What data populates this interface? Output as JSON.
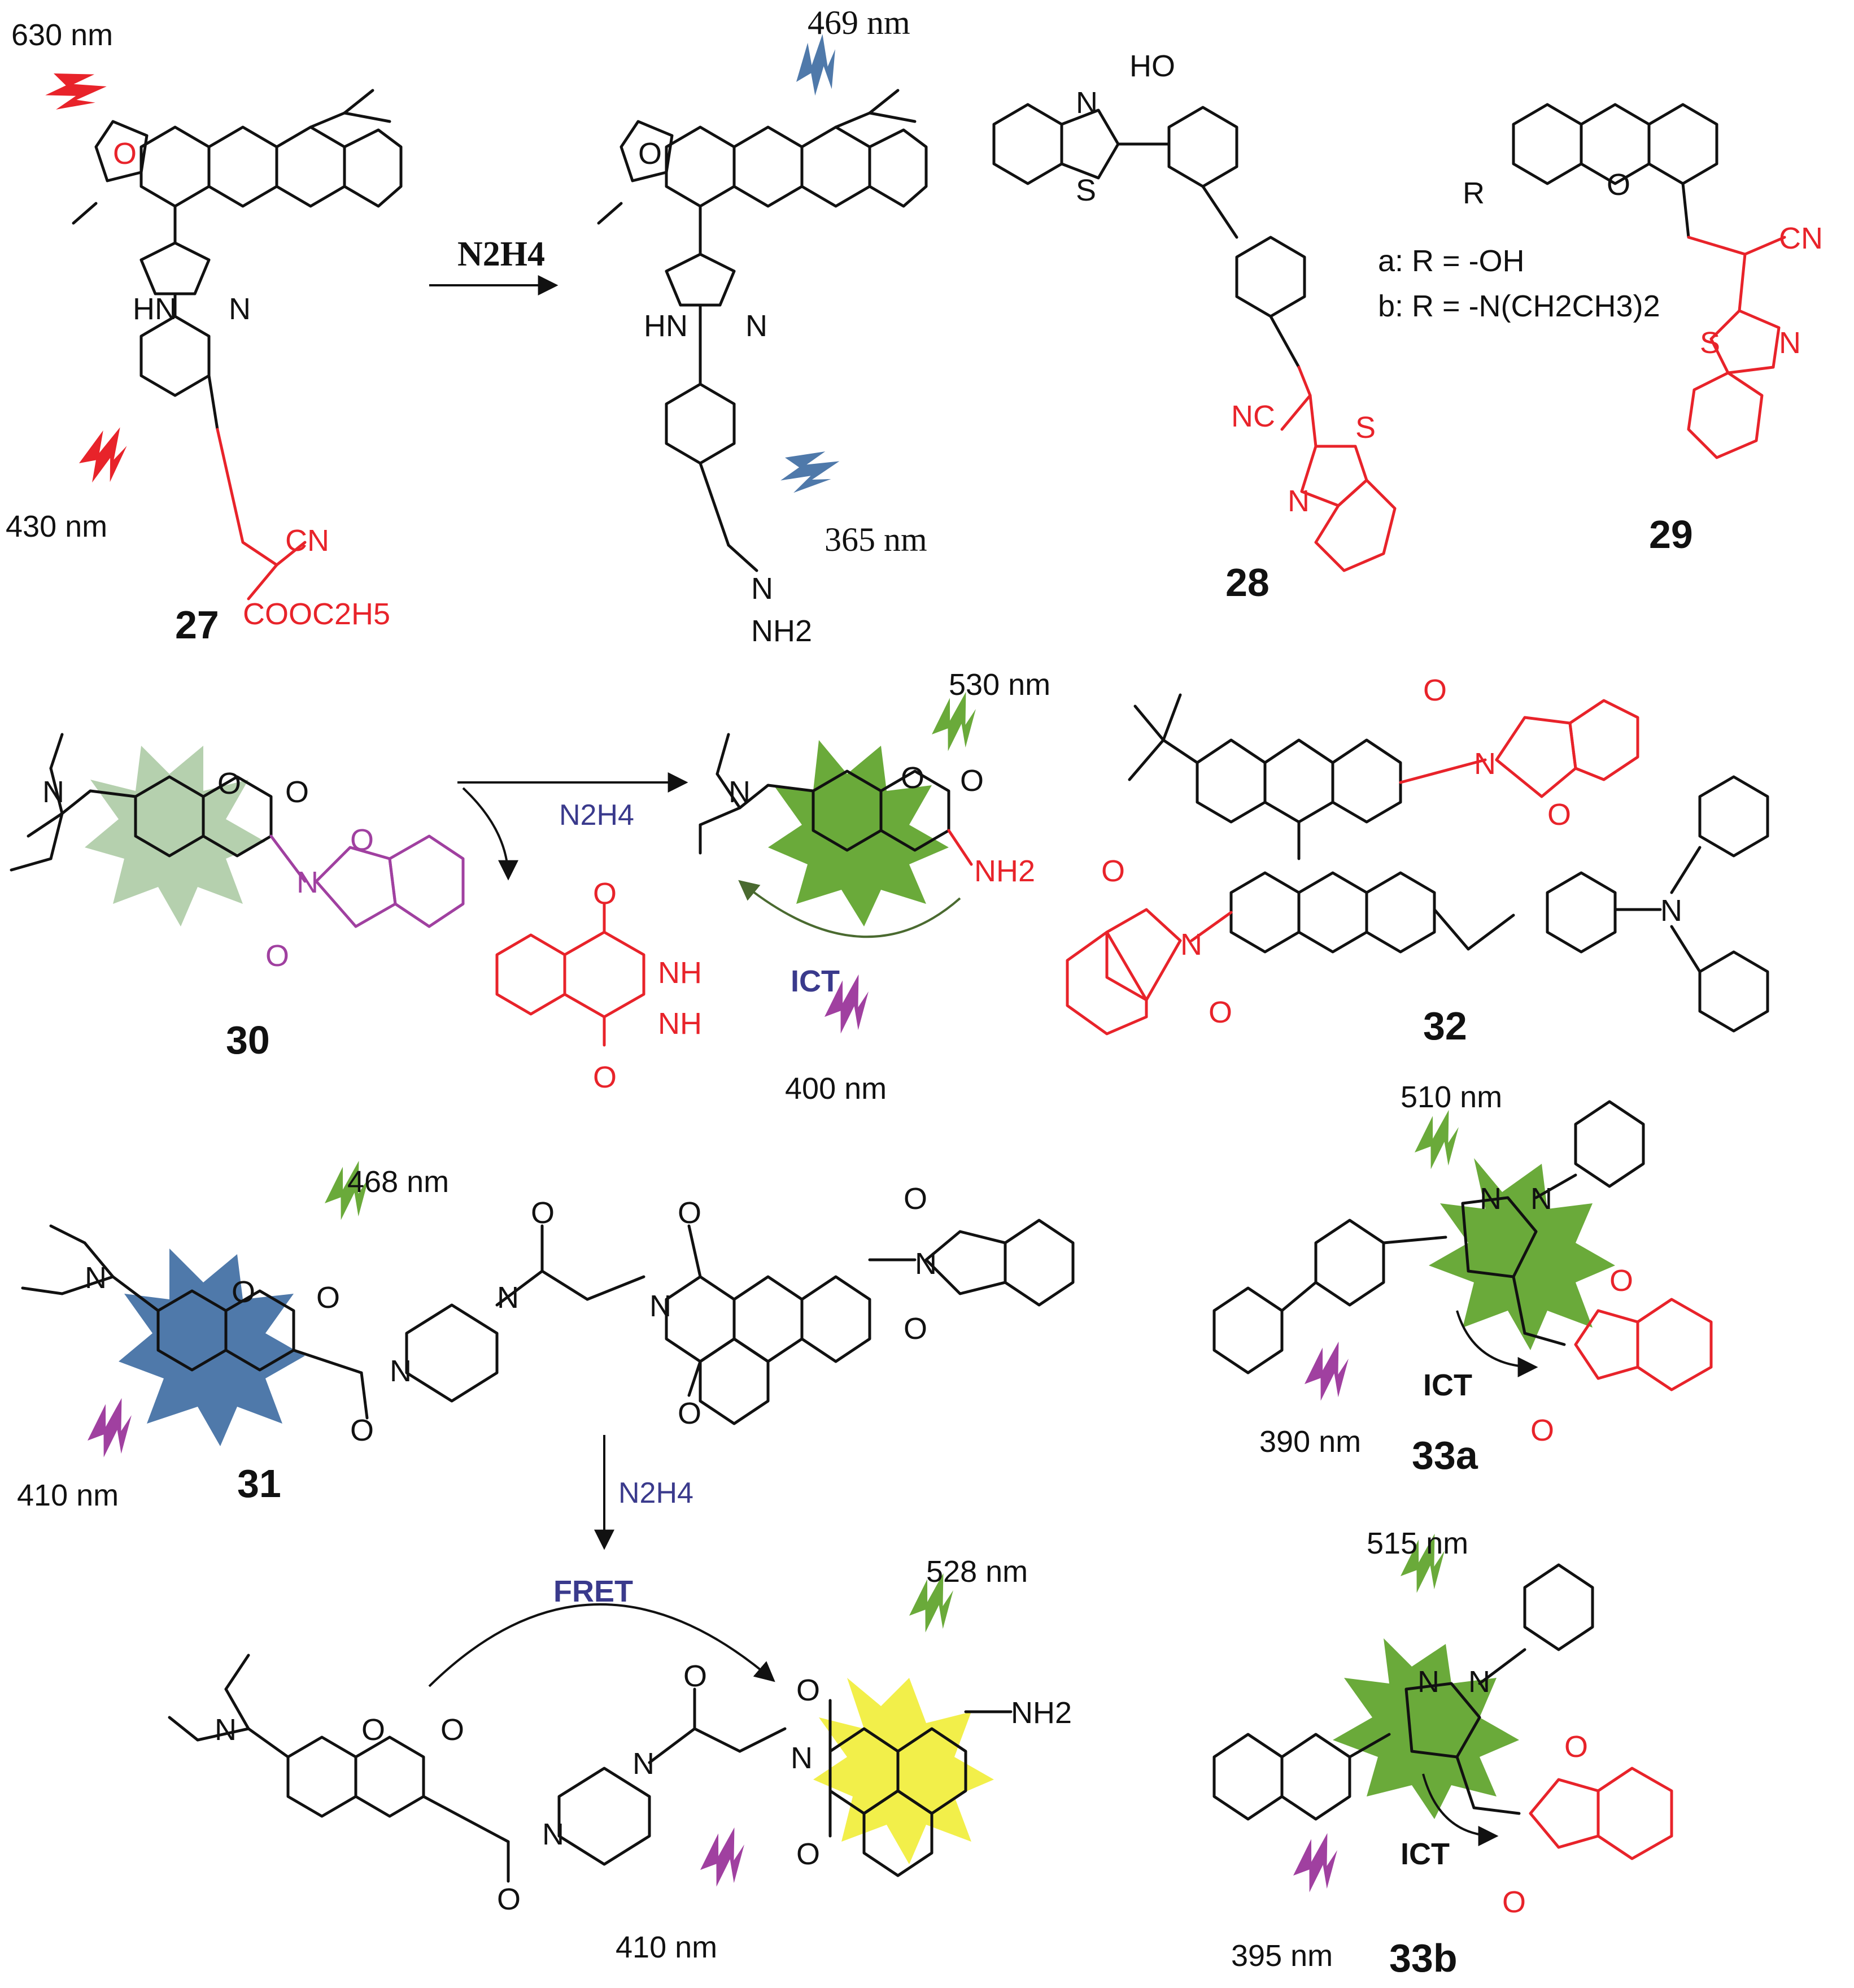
{
  "colors": {
    "red": "#e8232a",
    "blue": "#4f79aa",
    "green": "#6aaa3a",
    "purple": "#a040a0",
    "yellow": "#f2ef4a",
    "pale_green": "#a8c8a0",
    "navy_text": "#3a3a8c",
    "dark_green_arrow": "#4a6a30"
  },
  "icons": {
    "lightning": "lightning-bolt-icon",
    "starburst": "starburst-icon"
  },
  "compounds": {
    "c27": {
      "number": "27",
      "wavelengths": [
        "630 nm",
        "430 nm"
      ],
      "labels": {
        "nh": "HN",
        "n": "N",
        "cn": "CN",
        "ester": "COOC2H5",
        "o": "O"
      }
    },
    "c27_product": {
      "wavelengths": [
        "469 nm",
        "365 nm"
      ],
      "labels": {
        "nh": "HN",
        "n": "N",
        "hydrazone_n": "N",
        "nh2": "NH2",
        "o": "O"
      }
    },
    "c28": {
      "number": "28",
      "labels": {
        "ho": "HO",
        "n": "N",
        "s": "S",
        "nc": "NC",
        "n2": "N",
        "s2": "S"
      }
    },
    "c29": {
      "number": "29",
      "substituents": [
        "a: R = -OH",
        "b: R = -N(CH2CH3)2"
      ],
      "labels": {
        "r": "R",
        "o": "O",
        "cn": "CN",
        "s": "S",
        "n": "N"
      }
    },
    "c30": {
      "number": "30",
      "labels": {
        "n": "N",
        "o_ring": "O",
        "o_carbonyl": "O",
        "imide_n": "N",
        "imide_o1": "O",
        "imide_o2": "O"
      }
    },
    "c30_product": {
      "wavelengths": [
        "530 nm",
        "400 nm"
      ],
      "mechanism": "ICT",
      "labels": {
        "n": "N",
        "o": "O",
        "o2": "O",
        "nh2": "NH2"
      }
    },
    "phthalhydrazide": {
      "labels": {
        "nh1": "NH",
        "nh2": "NH",
        "o1": "O",
        "o2": "O"
      }
    },
    "c31": {
      "number": "31",
      "wavelengths": [
        "468 nm",
        "410 nm"
      ],
      "labels": {
        "n": "N",
        "o": "O"
      }
    },
    "c31_product": {
      "wavelengths": [
        "528 nm",
        "410 nm"
      ],
      "mechanism": "FRET",
      "labels": {
        "n": "N",
        "o": "O",
        "nh2": "NH2"
      }
    },
    "c32": {
      "number": "32",
      "labels": {
        "n": "N",
        "o": "O"
      }
    },
    "c33a": {
      "number": "33a",
      "wavelengths": [
        "510 nm",
        "390 nm"
      ],
      "mechanism": "ICT",
      "labels": {
        "n1": "N",
        "n2": "N",
        "o1": "O",
        "o2": "O"
      }
    },
    "c33b": {
      "number": "33b",
      "wavelengths": [
        "515 nm",
        "395 nm"
      ],
      "mechanism": "ICT",
      "labels": {
        "n1": "N",
        "n2": "N",
        "o1": "O",
        "o2": "O"
      }
    }
  },
  "reactions": {
    "r1_reagent": "N2H4",
    "r2_reagent": "N2H4",
    "r3_reagent": "N2H4"
  }
}
